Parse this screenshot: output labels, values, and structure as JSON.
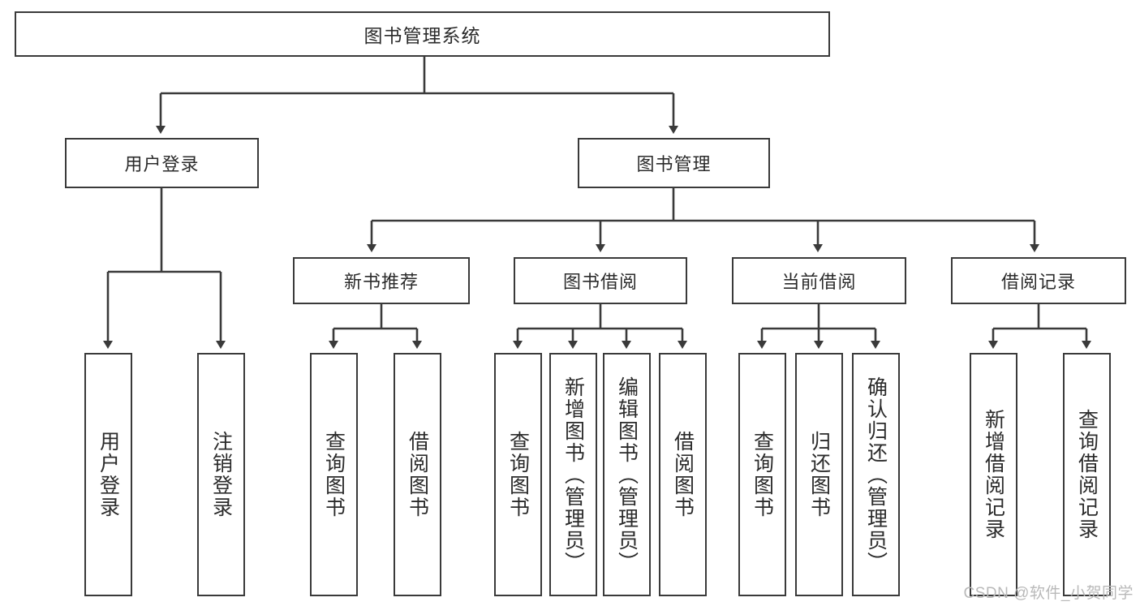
{
  "diagram": {
    "title": "图书管理系统",
    "watermark": "CSDN @软件_小贺同学",
    "line_color": "#3a3a3a",
    "box_fill": "#ffffff",
    "text_color": "#2b2b2b",
    "watermark_color": "#b9b9b9",
    "type": "tree",
    "levels": 4
  },
  "nodes": {
    "root": {
      "label": "图书管理系统"
    },
    "level2": [
      {
        "id": "user-login",
        "label": "用户登录"
      },
      {
        "id": "book-management",
        "label": "图书管理"
      }
    ],
    "level3": [
      {
        "id": "new-book-recommend",
        "label": "新书推荐"
      },
      {
        "id": "book-borrow",
        "label": "图书借阅"
      },
      {
        "id": "current-borrow",
        "label": "当前借阅"
      },
      {
        "id": "borrow-record",
        "label": "借阅记录"
      }
    ],
    "leaves": {
      "user_login": [
        {
          "id": "leaf-user-login",
          "label": "用户登录"
        },
        {
          "id": "leaf-logout-login",
          "label": "注销登录"
        }
      ],
      "new_book_recommend": [
        {
          "id": "leaf-query-book-1",
          "label": "查询图书"
        },
        {
          "id": "leaf-borrow-book-1",
          "label": "借阅图书"
        }
      ],
      "book_borrow": [
        {
          "id": "leaf-query-book-2",
          "label": "查询图书"
        },
        {
          "id": "leaf-add-book",
          "label": "新增图书（管理员）"
        },
        {
          "id": "leaf-edit-book",
          "label": "编辑图书（管理员）"
        },
        {
          "id": "leaf-borrow-book-2",
          "label": "借阅图书"
        }
      ],
      "current_borrow": [
        {
          "id": "leaf-query-book-3",
          "label": "查询图书"
        },
        {
          "id": "leaf-return-book",
          "label": "归还图书"
        },
        {
          "id": "leaf-confirm-return",
          "label": "确认归还（管理员）"
        }
      ],
      "borrow_record": [
        {
          "id": "leaf-add-record",
          "label": "新增借阅记录"
        },
        {
          "id": "leaf-query-record",
          "label": "查询借阅记录"
        }
      ]
    }
  },
  "chart_data": {
    "type": "table",
    "title": "图书管理系统",
    "hierarchy": [
      {
        "name": "图书管理系统",
        "children": [
          {
            "name": "用户登录",
            "children": [
              {
                "name": "用户登录"
              },
              {
                "name": "注销登录"
              }
            ]
          },
          {
            "name": "图书管理",
            "children": [
              {
                "name": "新书推荐",
                "children": [
                  {
                    "name": "查询图书"
                  },
                  {
                    "name": "借阅图书"
                  }
                ]
              },
              {
                "name": "图书借阅",
                "children": [
                  {
                    "name": "查询图书"
                  },
                  {
                    "name": "新增图书（管理员）"
                  },
                  {
                    "name": "编辑图书（管理员）"
                  },
                  {
                    "name": "借阅图书"
                  }
                ]
              },
              {
                "name": "当前借阅",
                "children": [
                  {
                    "name": "查询图书"
                  },
                  {
                    "name": "归还图书"
                  },
                  {
                    "name": "确认归还（管理员）"
                  }
                ]
              },
              {
                "name": "借阅记录",
                "children": [
                  {
                    "name": "新增借阅记录"
                  },
                  {
                    "name": "查询借阅记录"
                  }
                ]
              }
            ]
          }
        ]
      }
    ]
  }
}
